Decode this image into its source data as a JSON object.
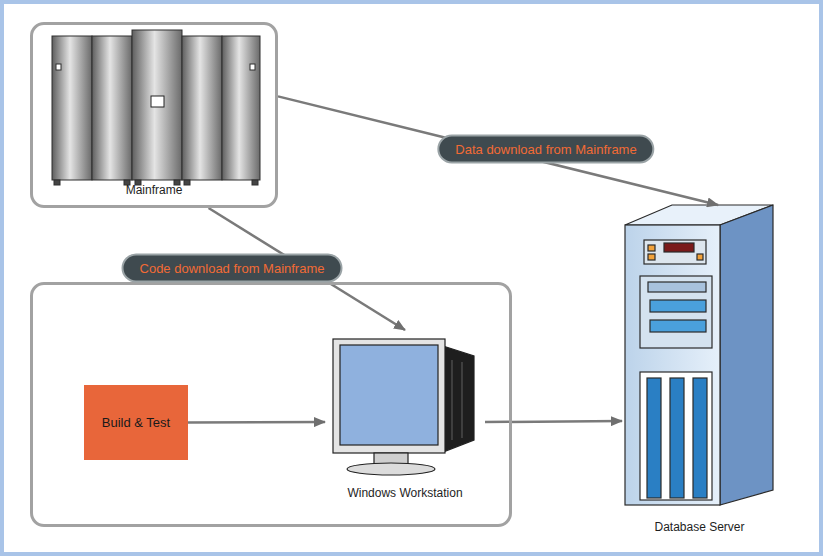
{
  "diagram": {
    "nodes": [
      {
        "text": [
          "Mainframe"
        ]
      },
      {
        "text": []
      },
      {
        "text": [
          "Build & Test"
        ],
        "in": 1
      },
      {
        "text": [
          "Windows Workstation"
        ],
        "in": 1
      },
      {
        "text": [
          "Database Server"
        ]
      }
    ],
    "edges": [
      {
        "from": 0,
        "to": 4,
        "arrow": "to",
        "label": "Data download from Mainframe"
      },
      {
        "from": 0,
        "to": 3,
        "arrow": "to",
        "label": "Code download from Mainframe"
      },
      {
        "from": 2,
        "to": 3,
        "arrow": "to"
      },
      {
        "from": 3,
        "to": 4,
        "arrow": "to"
      }
    ]
  }
}
